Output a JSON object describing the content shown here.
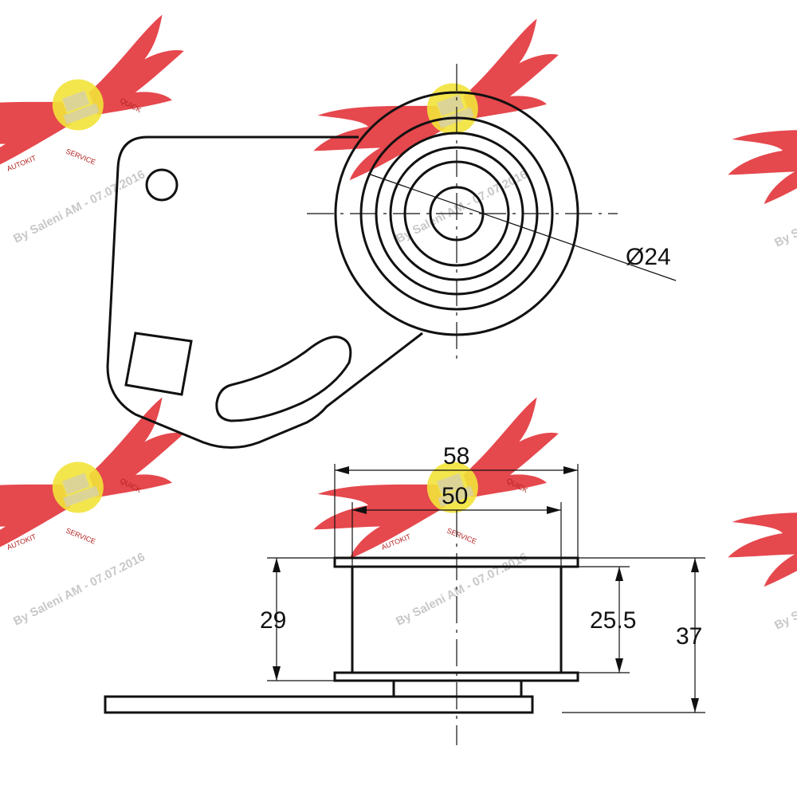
{
  "colors": {
    "line": "#111111",
    "watermark_red": "#e0282e",
    "watermark_yellow": "#f2e33a",
    "watermark_text": "#c8c8c8"
  },
  "watermark": {
    "caption": "By Saleni AM - 07.07.2016",
    "brand_left": "AUTOKIT",
    "brand_right": "QUICK",
    "brand_bottom": "SERVICE"
  },
  "diagram": {
    "top_view": {
      "diameter_label": "Ø24"
    },
    "side_view": {
      "width_outer_label": "58",
      "width_inner_label": "50",
      "height_left_label": "29",
      "height_right_inner_label": "25.5",
      "height_right_outer_label": "37"
    }
  }
}
